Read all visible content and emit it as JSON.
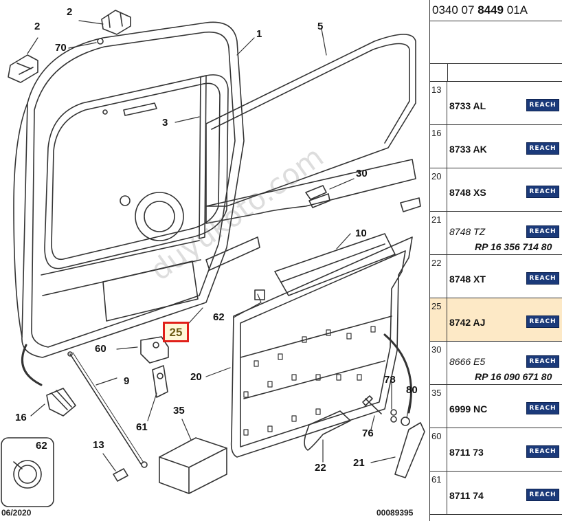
{
  "reference": {
    "prefix": "0340 07 ",
    "bold": "8449",
    "suffix": " 01A"
  },
  "callouts": [
    "2",
    "2",
    "70",
    "1",
    "5",
    "3",
    "30",
    "10",
    "62",
    "25",
    "60",
    "9",
    "20",
    "78",
    "80",
    "16",
    "61",
    "35",
    "76",
    "13",
    "22",
    "21",
    "62"
  ],
  "highlighted_callout": "25",
  "footer": {
    "date": "06/2020",
    "code": "00089395"
  },
  "watermark": "duyukoto.com",
  "badge_label": "REACH",
  "parts": [
    {
      "ref": "13",
      "code": "8733 AL",
      "italic": false,
      "sub": ""
    },
    {
      "ref": "16",
      "code": "8733 AK",
      "italic": false,
      "sub": ""
    },
    {
      "ref": "20",
      "code": "8748 XS",
      "italic": false,
      "sub": ""
    },
    {
      "ref": "21",
      "code": "8748 TZ",
      "italic": true,
      "sub": "RP 16 356 714 80"
    },
    {
      "ref": "22",
      "code": "8748 XT",
      "italic": false,
      "sub": ""
    },
    {
      "ref": "25",
      "code": "8742 AJ",
      "italic": false,
      "sub": "",
      "selected": true
    },
    {
      "ref": "30",
      "code": "8666 E5",
      "italic": true,
      "sub": "RP 16 090 671 80"
    },
    {
      "ref": "35",
      "code": "6999 NC",
      "italic": false,
      "sub": ""
    },
    {
      "ref": "60",
      "code": "8711 73",
      "italic": false,
      "sub": ""
    },
    {
      "ref": "61",
      "code": "8711 74",
      "italic": false,
      "sub": ""
    }
  ],
  "colors": {
    "highlight_border": "#e0201a",
    "selected_row": "#fde9c6",
    "badge": "#1b3a7a"
  }
}
